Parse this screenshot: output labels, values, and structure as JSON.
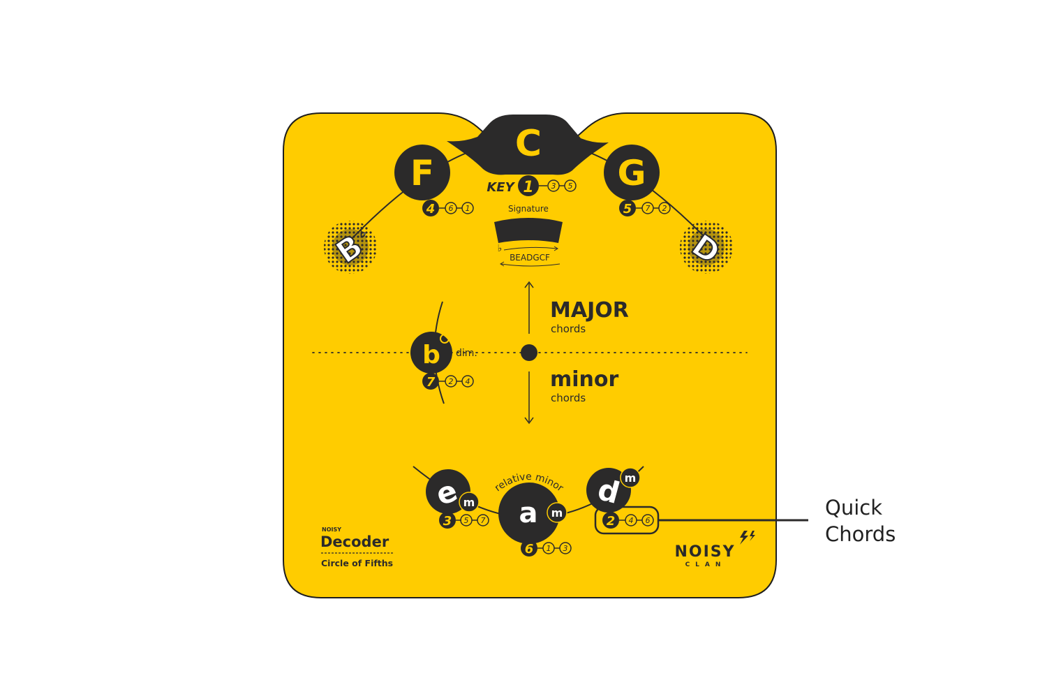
{
  "key": {
    "note": "C",
    "label": "KEY",
    "degree": "1",
    "notes": [
      "3",
      "5"
    ]
  },
  "major_neighbors": {
    "left": {
      "note": "F",
      "degree": "4",
      "notes": [
        "6",
        "1"
      ]
    },
    "right": {
      "note": "G",
      "degree": "5",
      "notes": [
        "7",
        "2"
      ]
    }
  },
  "outer_neighbors": {
    "left": {
      "note": "B",
      "accidental": "♭"
    },
    "right": {
      "note": "D"
    }
  },
  "signature": {
    "title": "Signature",
    "flat_symbol": "♭",
    "order": "BEADGCF"
  },
  "axis": {
    "major": {
      "title": "MAJOR",
      "sub": "chords"
    },
    "minor": {
      "title": "minor",
      "sub": "chords"
    }
  },
  "diminished": {
    "note": "b",
    "label": "dim.",
    "degree": "7",
    "notes": [
      "2",
      "4"
    ]
  },
  "relative_minor": {
    "label": "relative minor",
    "center": {
      "note": "a",
      "suffix": "m",
      "degree": "6",
      "notes": [
        "1",
        "3"
      ]
    },
    "left": {
      "note": "e",
      "suffix": "m",
      "degree": "3",
      "notes": [
        "5",
        "7"
      ]
    },
    "right": {
      "note": "d",
      "suffix": "m",
      "degree": "2",
      "notes": [
        "4",
        "6"
      ]
    }
  },
  "branding": {
    "small": "NOISY",
    "product": "Decoder",
    "subtitle": "Circle of Fifths",
    "logo_line1": "NOISY",
    "logo_line2": "CLAN"
  },
  "callout": {
    "line1": "Quick",
    "line2": "Chords"
  },
  "colors": {
    "board": "#FFCC00",
    "dark": "#2B2A2A",
    "accent_yellow": "#FFCC00",
    "white": "#FFFFFF",
    "outline": "#1E1E1E"
  }
}
